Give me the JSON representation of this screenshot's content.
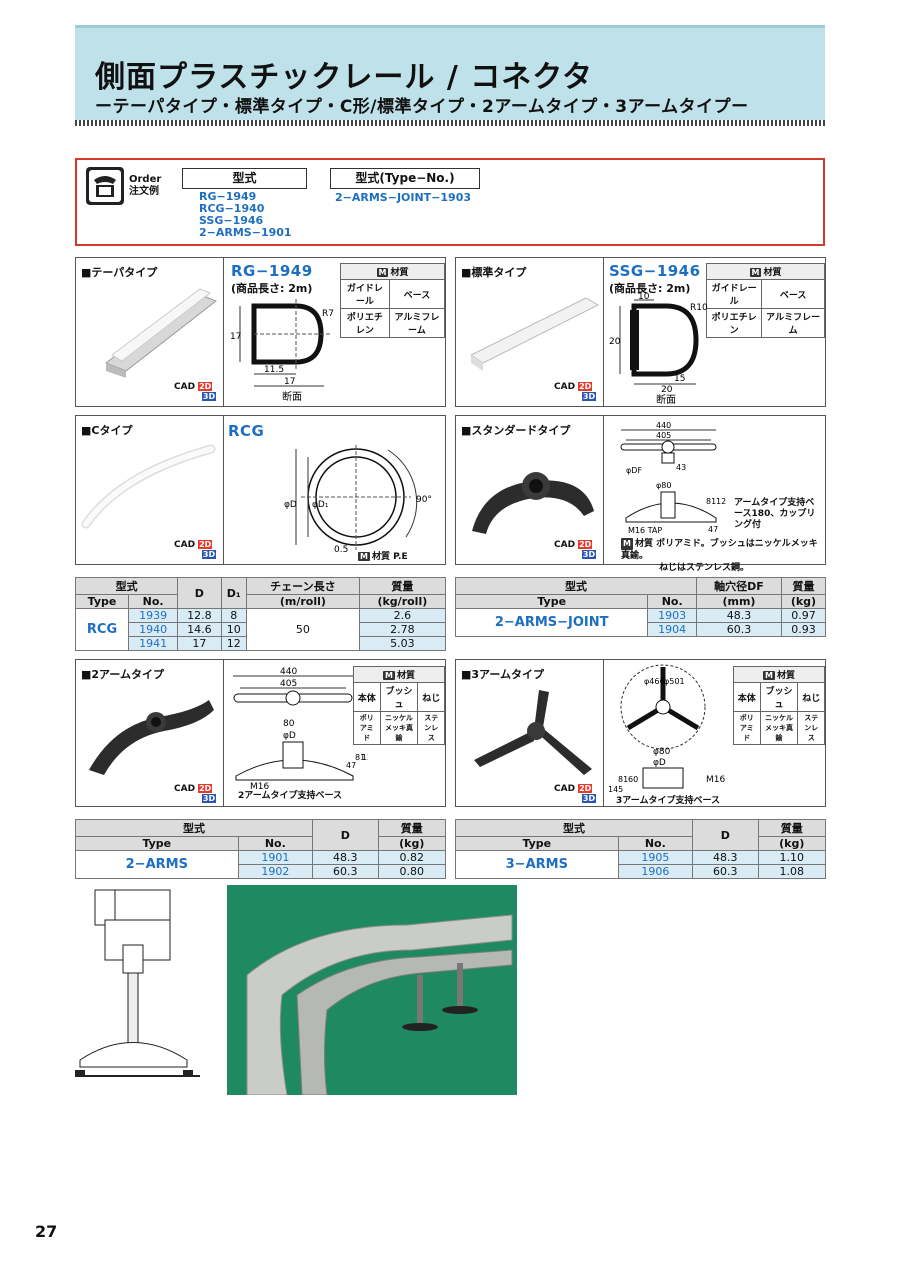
{
  "header": {
    "title": "側面プラスチックレール / コネクタ",
    "subtitle": "ーテーパタイプ・標準タイプ・C形/標準タイプ・2アームタイプ・3アームタイプー"
  },
  "order": {
    "label_en": "Order",
    "label_ja": "注文例",
    "col1_header": "型式",
    "col1_values": [
      "RG−1949",
      "RCG−1940",
      "SSG−1946",
      "2−ARMS−1901"
    ],
    "col2_header": "型式(Type−No.)",
    "col2_values": [
      "2−ARMS−JOINT−1903"
    ]
  },
  "panels": {
    "taper": {
      "caption": "■テーパタイプ",
      "model": "RG−1949",
      "length": "(商品長さ: 2m)",
      "mat_header": "材質",
      "mat_cols": [
        "ガイドレール",
        "ベース"
      ],
      "mat_vals": [
        "ポリエチレン",
        "アルミフレーム"
      ],
      "dims": [
        "17",
        "R7",
        "11.5",
        "17",
        "断面"
      ],
      "cad": "CAD"
    },
    "standard": {
      "caption": "■標準タイプ",
      "model": "SSG−1946",
      "length": "(商品長さ: 2m)",
      "mat_header": "材質",
      "mat_cols": [
        "ガイドレール",
        "ベース"
      ],
      "mat_vals": [
        "ポリエチレン",
        "アルミフレーム"
      ],
      "dims": [
        "10",
        "R10",
        "20",
        "20",
        "15",
        "断面"
      ],
      "cad": "CAD"
    },
    "ctype": {
      "caption": "■Cタイプ",
      "model": "RCG",
      "dims": [
        "φD",
        "φD₁",
        "90°",
        "0.5"
      ],
      "mat_note": "材質 P.E",
      "cad": "CAD"
    },
    "stddt": {
      "caption": "■スタンダードタイプ",
      "dims": [
        "440",
        "405",
        "φDF",
        "43",
        "φ80",
        "81",
        "128",
        "47",
        "M16 TAP"
      ],
      "note1": "アームタイプ支持ベース180、カップリング付",
      "mat_note1": "材質 ポリアミド。ブッシュはニッケルメッキ真鍮。",
      "mat_note2": "ねじはステンレス鋼。",
      "cad": "CAD"
    },
    "arm2": {
      "caption": "■2アームタイプ",
      "mat_header": "材質",
      "mat_cols": [
        "本体",
        "ブッシュ",
        "ねじ"
      ],
      "mat_vals": [
        "ポリアミド",
        "ニッケルメッキ真鍮",
        "ステンレス"
      ],
      "dims": [
        "440",
        "405",
        "80",
        "φD",
        "47",
        "81",
        "128",
        "M16"
      ],
      "note": "2アームタイプ支持ベース",
      "cad": "CAD"
    },
    "arm3": {
      "caption": "■3アームタイプ",
      "mat_header": "材質",
      "mat_cols": [
        "本体",
        "ブッシュ",
        "ねじ"
      ],
      "mat_vals": [
        "ポリアミド",
        "ニッケルメッキ真鍮",
        "ステンレス"
      ],
      "dims": [
        "φ466",
        "φ501",
        "φ80",
        "φD",
        "145",
        "81",
        "60",
        "M16"
      ],
      "note": "3アームタイプ支持ベース",
      "cad": "CAD"
    }
  },
  "tables": {
    "rcg": {
      "h_model": "型式",
      "h_type": "Type",
      "h_no": "No.",
      "h_d": "D",
      "h_d1": "D₁",
      "h_chain": "チェーン長さ",
      "h_chain2": "(m/roll)",
      "h_mass": "質量",
      "h_mass2": "(kg/roll)",
      "type": "RCG",
      "chain": "50",
      "rows": [
        {
          "no": "1939",
          "d": "12.8",
          "d1": "8",
          "mass": "2.6"
        },
        {
          "no": "1940",
          "d": "14.6",
          "d1": "10",
          "mass": "2.78"
        },
        {
          "no": "1941",
          "d": "17",
          "d1": "12",
          "mass": "5.03"
        }
      ]
    },
    "joint": {
      "h_model": "型式",
      "h_type": "Type",
      "h_no": "No.",
      "h_df": "軸穴径DF",
      "h_df2": "(mm)",
      "h_mass": "質量",
      "h_mass2": "(kg)",
      "type": "2−ARMS−JOINT",
      "rows": [
        {
          "no": "1903",
          "df": "48.3",
          "mass": "0.97"
        },
        {
          "no": "1904",
          "df": "60.3",
          "mass": "0.93"
        }
      ]
    },
    "arms2": {
      "h_model": "型式",
      "h_type": "Type",
      "h_no": "No.",
      "h_d": "D",
      "h_mass": "質量",
      "h_mass2": "(kg)",
      "type": "2−ARMS",
      "rows": [
        {
          "no": "1901",
          "d": "48.3",
          "mass": "0.82"
        },
        {
          "no": "1902",
          "d": "60.3",
          "mass": "0.80"
        }
      ]
    },
    "arms3": {
      "h_model": "型式",
      "h_type": "Type",
      "h_no": "No.",
      "h_d": "D",
      "h_mass": "質量",
      "h_mass2": "(kg)",
      "type": "3−ARMS",
      "rows": [
        {
          "no": "1905",
          "d": "48.3",
          "mass": "1.10"
        },
        {
          "no": "1906",
          "d": "60.3",
          "mass": "1.08"
        }
      ]
    }
  },
  "page_number": "27"
}
